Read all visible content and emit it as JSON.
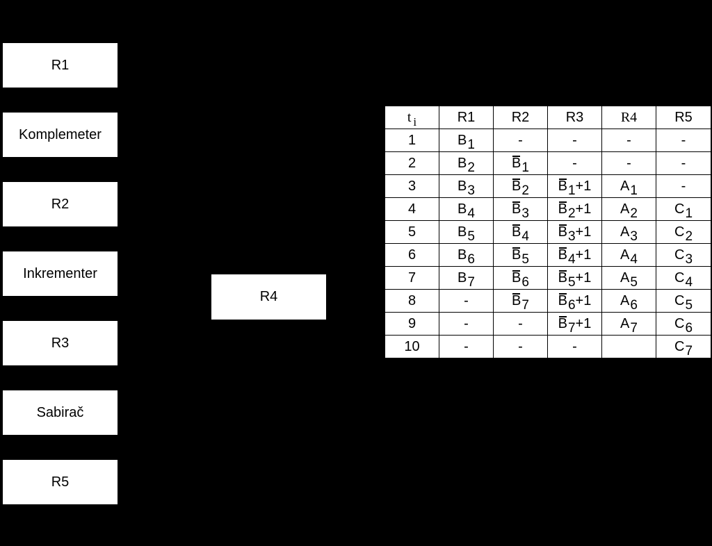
{
  "blocks": {
    "r1": "R1",
    "komplementer": "Komplemeter",
    "r2": "R2",
    "inkrementer": "Inkrementer",
    "r3": "R3",
    "sabirac": "Sabirač",
    "r5": "R5",
    "r4": "R4"
  },
  "table": {
    "headers": [
      "t",
      "R1",
      "R2",
      "R3",
      "R4",
      "R5"
    ],
    "ti_subscript": "i",
    "rows": [
      [
        "1",
        "B1",
        "-",
        "-",
        "-",
        "-"
      ],
      [
        "2",
        "B2",
        "B̄1",
        "-",
        "-",
        "-"
      ],
      [
        "3",
        "B3",
        "B̄2",
        "B̄1+1",
        "A1",
        "-"
      ],
      [
        "4",
        "B4",
        "B̄3",
        "B̄2+1",
        "A2",
        "C1"
      ],
      [
        "5",
        "B5",
        "B̄4",
        "B̄3+1",
        "A3",
        "C2"
      ],
      [
        "6",
        "B6",
        "B̄5",
        "B̄4+1",
        "A4",
        "C3"
      ],
      [
        "7",
        "B7",
        "B̄6",
        "B̄5+1",
        "A5",
        "C4"
      ],
      [
        "8",
        "-",
        "B̄7",
        "B̄6+1",
        "A6",
        "C5"
      ],
      [
        "9",
        "-",
        "-",
        "B̄7+1",
        "A7",
        "C6"
      ],
      [
        "10",
        "-",
        "-",
        "-",
        "",
        "C7"
      ]
    ]
  }
}
